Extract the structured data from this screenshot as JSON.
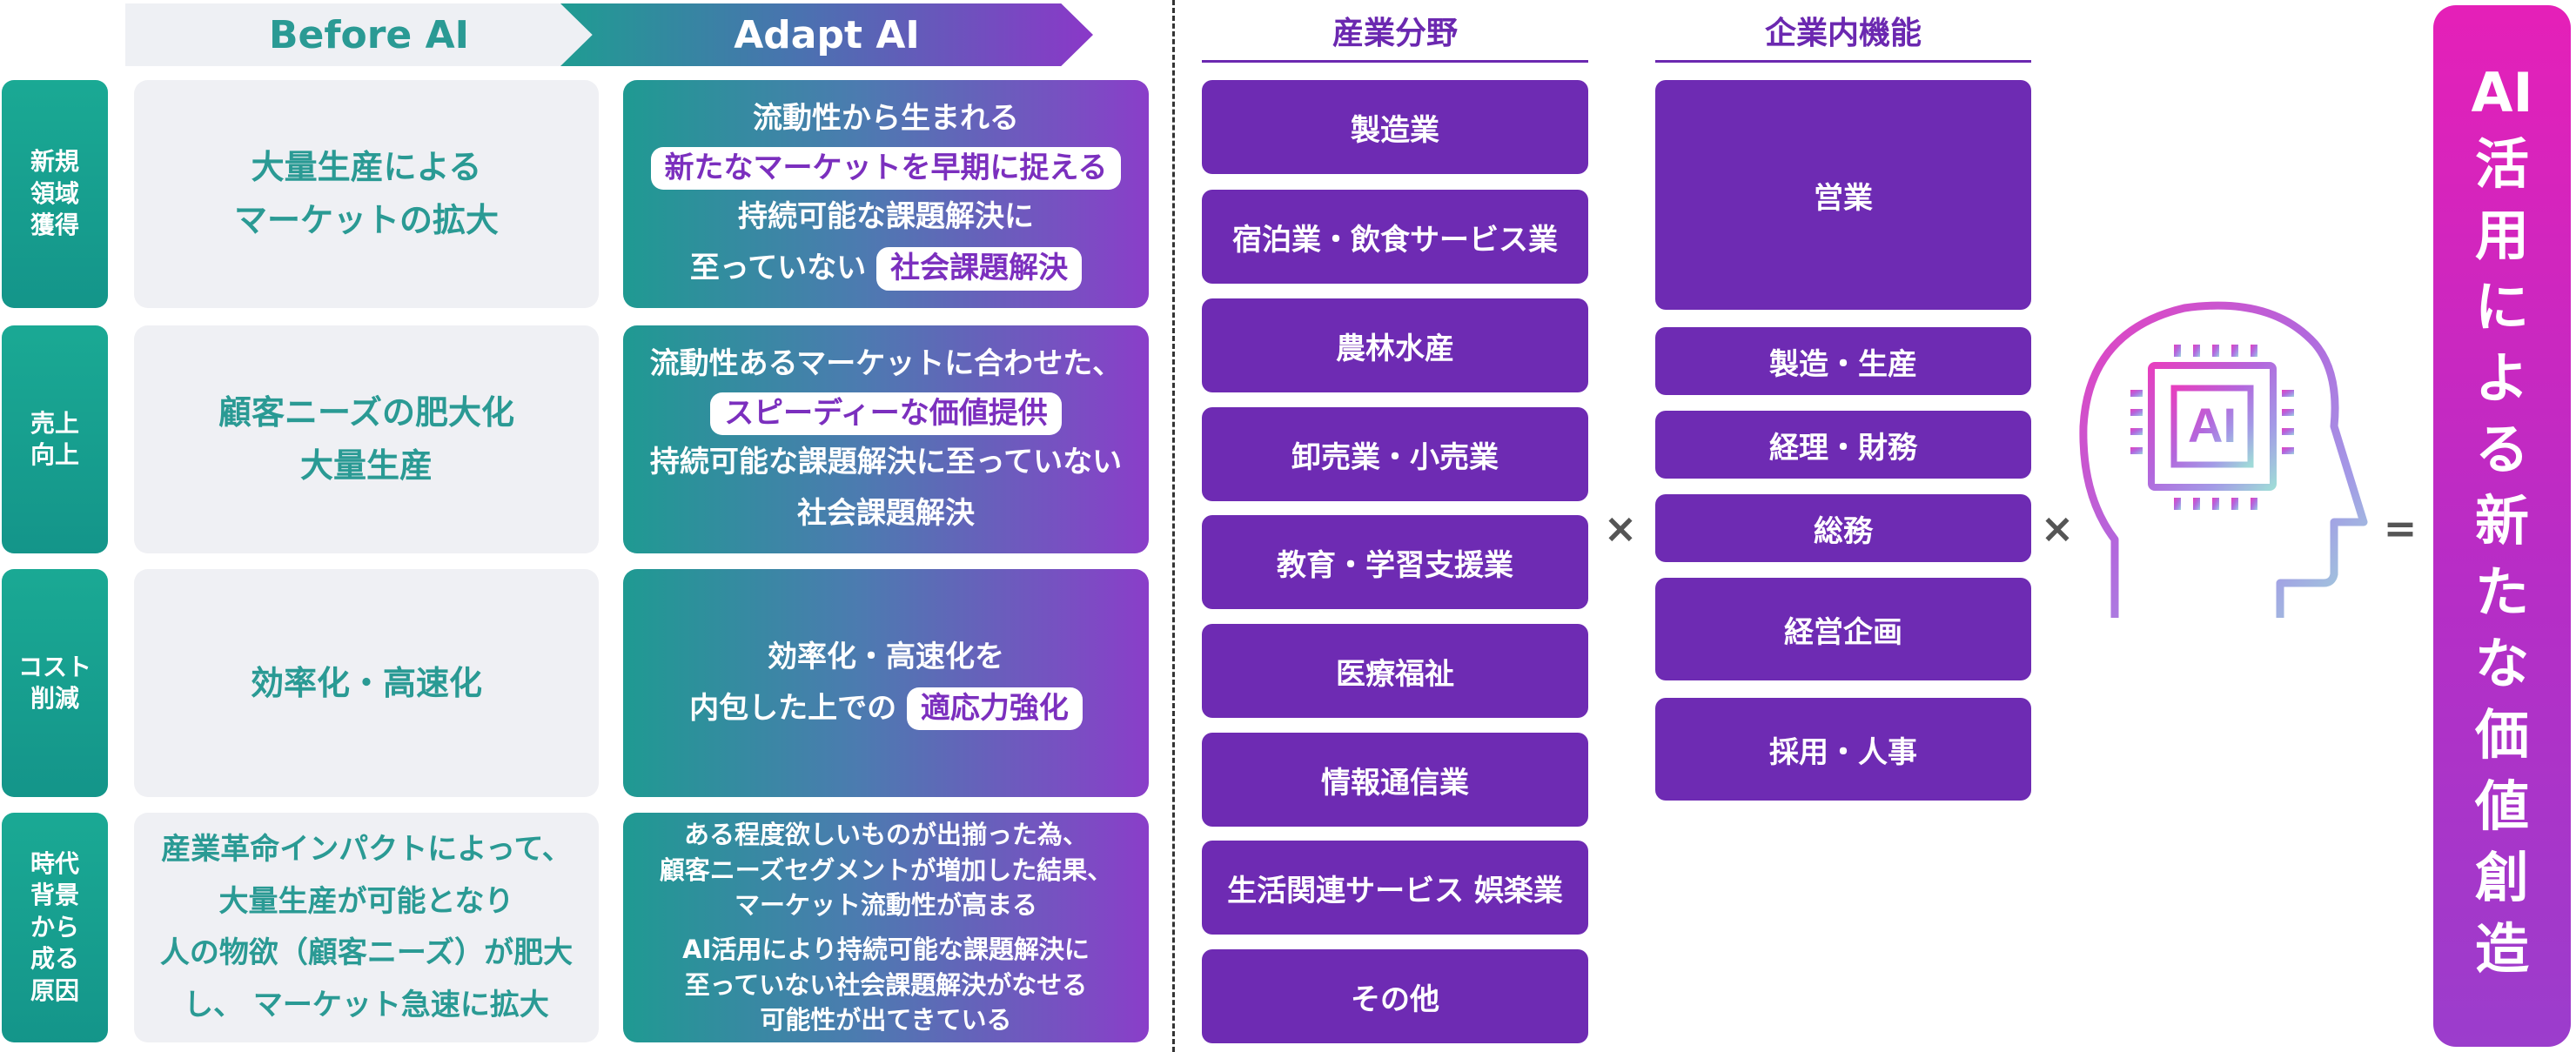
{
  "header": {
    "before": "Before AI",
    "adapt": "Adapt AI"
  },
  "rows": [
    {
      "category": [
        "新規",
        "領域",
        "獲得"
      ],
      "before": [
        "大量生産による",
        "マーケットの拡大"
      ],
      "adapt": {
        "line1": "流動性から生まれる",
        "pill1": "新たなマーケットを早期に捉える",
        "line2": "持続可能な課題解決に",
        "line3_prefix": "至っていない",
        "pill2": "社会課題解決"
      }
    },
    {
      "category": [
        "売上",
        "向上"
      ],
      "before": [
        "顧客ニーズの肥大化",
        "大量生産"
      ],
      "adapt": {
        "line1": "流動性あるマーケットに合わせた、",
        "pill1": "スピーディーな価値提供",
        "line2": "持続可能な課題解決に至っていない",
        "line3": "社会課題解決"
      }
    },
    {
      "category": [
        "コスト",
        "削減"
      ],
      "before": [
        "効率化・高速化"
      ],
      "adapt": {
        "line1": "効率化・高速化を",
        "line2_prefix": "内包した上での",
        "pill1": "適応力強化"
      }
    },
    {
      "category": [
        "時代",
        "背景",
        "から",
        "成る",
        "原因"
      ],
      "before": [
        "産業革命インパクトによって、",
        "大量生産が可能となり",
        "人の物欲（顧客ニーズ）が肥大",
        "し、 マーケット急速に拡大"
      ],
      "adapt": {
        "lines": [
          "ある程度欲しいものが出揃った為、",
          "顧客ニーズセグメントが増加した結果、",
          "マーケット流動性が高まる",
          "AI活用により持続可能な課題解決に",
          "至っていない社会課題解決がなせる",
          "可能性が出てきている"
        ]
      }
    }
  ],
  "industries": {
    "title": "産業分野",
    "items": [
      "製造業",
      "宿泊業・飲食サービス業",
      "農林水産",
      "卸売業・小売業",
      "教育・学習支援業",
      "医療福祉",
      "情報通信業",
      "生活関連サービス 娯楽業",
      "その他"
    ]
  },
  "functions": {
    "title": "企業内機能",
    "items": [
      "営業",
      "製造・生産",
      "経理・財務",
      "総務",
      "経営企画",
      "採用・人事"
    ]
  },
  "operators": {
    "times1": "×",
    "times2": "×",
    "equals": "="
  },
  "icon": {
    "name": "ai-head-icon",
    "chip_label": "AI"
  },
  "result": [
    "AI",
    "活",
    "用",
    "に",
    "よ",
    "る",
    "新",
    "た",
    "な",
    "価",
    "値",
    "創",
    "造"
  ],
  "colors": {
    "teal": "#1aa994",
    "purple": "#6e2bb3",
    "magenta": "#e520b8",
    "before_text": "#2a9a94"
  }
}
